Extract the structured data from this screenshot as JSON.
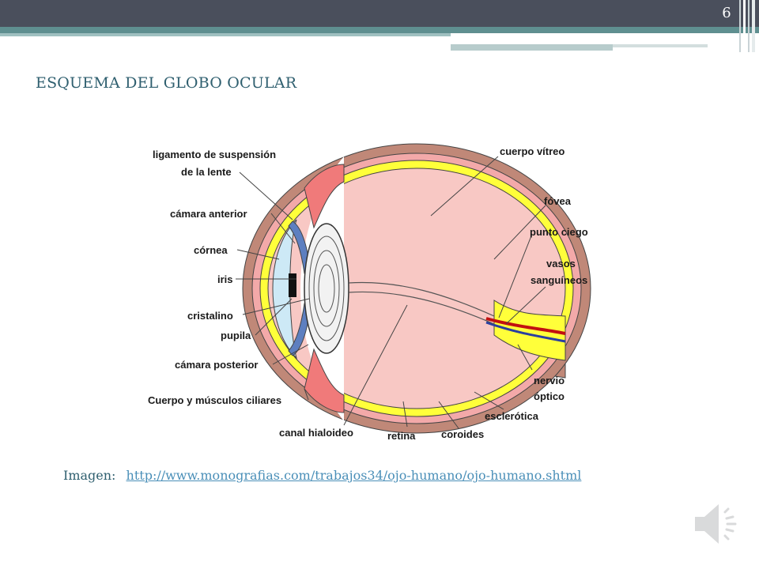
{
  "slide": {
    "number": "6",
    "title": "ESQUEMA DEL GLOBO OCULAR"
  },
  "diagram": {
    "labels": {
      "ligamento": "ligamento de suspensión",
      "ligamento2": "de la lente",
      "camara_anterior": "cámara anterior",
      "cornea": "córnea",
      "iris": "iris",
      "cristalino": "cristalino",
      "pupila": "pupila",
      "camara_posterior": "cámara posterior",
      "ciliares": "Cuerpo y músculos ciliares",
      "canal": "canal hialoideo",
      "retina": "retina",
      "coroides": "coroides",
      "esclerotica": "esclerótica",
      "nervio": "nervio",
      "nervio2": "óptico",
      "vasos": "vasos",
      "vasos2": "sanguíneos",
      "punto_ciego": "punto ciego",
      "fovea": "fóvea",
      "vitreo": "cuerpo vítreo"
    },
    "colors": {
      "sclera": "#c08878",
      "choroid": "#f3a9a9",
      "retina": "#ffff3a",
      "vitreous": "#f8c8c4",
      "cornea": "#cde9f6",
      "iris": "#5d7fc0",
      "ciliary": "#f07a7a",
      "vessel": "#c21010",
      "vessel_blue": "#2a3fa0"
    }
  },
  "caption": {
    "label": "Imagen:",
    "link": "http://www.monografias.com/trabajos34/ojo-humano/ojo-humano.shtml"
  },
  "audio": {
    "icon": "speaker-icon"
  }
}
